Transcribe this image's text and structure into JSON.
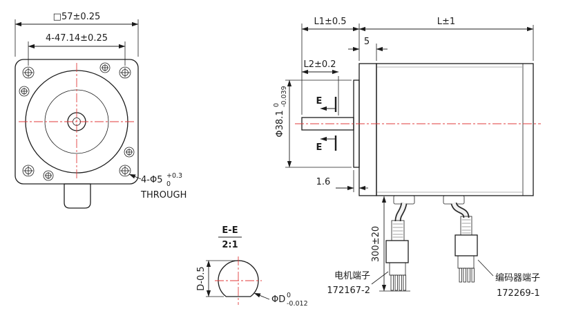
{
  "drawing": {
    "front_view": {
      "dim_square": "□57±0.25",
      "dim_hole_spacing": "4-47.14±0.25",
      "holes_callout": {
        "base": "4-Φ5",
        "tol_upper": "+0.3",
        "tol_lower": "0",
        "note": "THROUGH"
      }
    },
    "side_view": {
      "dim_shaft_length": "L1±0.5",
      "dim_body_length": "L±1",
      "dim_flange_thickness": "5",
      "dim_flat_length": "L2±0.2",
      "pilot_dia": {
        "base": "Φ38.1",
        "tol_upper": "0",
        "tol_lower": "-0.039"
      },
      "section_mark": "E",
      "dim_boss_height": "1.6",
      "dim_cable_length": "300±20",
      "motor_terminal": {
        "label": "电机端子",
        "part_number": "172167-2"
      },
      "encoder_terminal": {
        "label": "编码器端子",
        "part_number": "172269-1"
      }
    },
    "section_view": {
      "title": "E-E",
      "scale": "2:1",
      "dim_across_flat": "D-0.5",
      "shaft_dia": {
        "base": "ΦD",
        "tol_upper": "0",
        "tol_lower": "-0.012"
      }
    },
    "colors": {
      "centerline": "#e03a3a",
      "line": "#1c1c1c",
      "metal_light": "#f6f6f6",
      "metal_dark": "#d7d7d7",
      "hatch": "#4a4a4a"
    }
  }
}
